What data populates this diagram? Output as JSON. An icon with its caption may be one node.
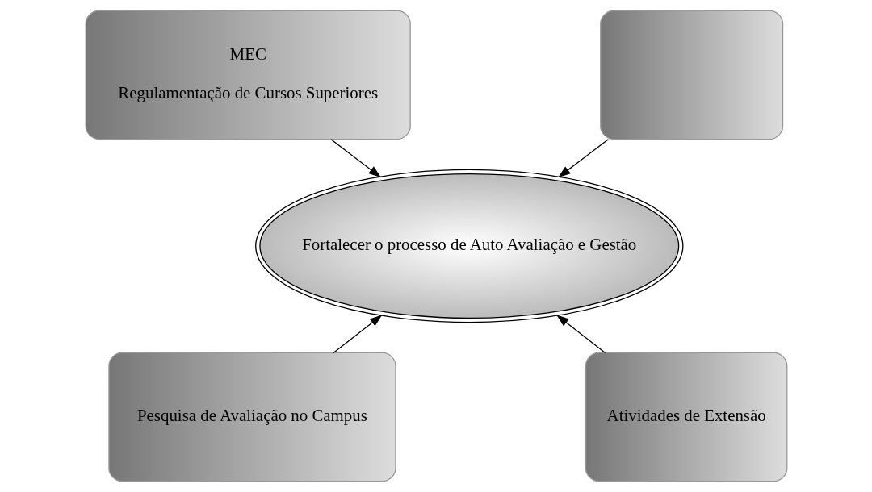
{
  "diagram": {
    "nodes": [
      {
        "text": [
          "MEC",
          "Regulamentação de Cursos Superiores"
        ]
      },
      {
        "text": [],
        "shape": "box"
      },
      {
        "text": [
          "Fortalecer o processo de Auto Avaliação e Gestão"
        ]
      },
      {
        "text": [
          "Pesquisa de Avaliação no Campus"
        ]
      },
      {
        "text": [
          "Atividades de Extensão"
        ]
      }
    ],
    "edges": [
      {
        "from": 0,
        "to": 2,
        "arrow": "to"
      },
      {
        "from": 1,
        "to": 2,
        "arrow": "to"
      },
      {
        "from": 3,
        "to": 2,
        "arrow": "to"
      },
      {
        "from": 4,
        "to": 2,
        "arrow": "to"
      }
    ]
  }
}
